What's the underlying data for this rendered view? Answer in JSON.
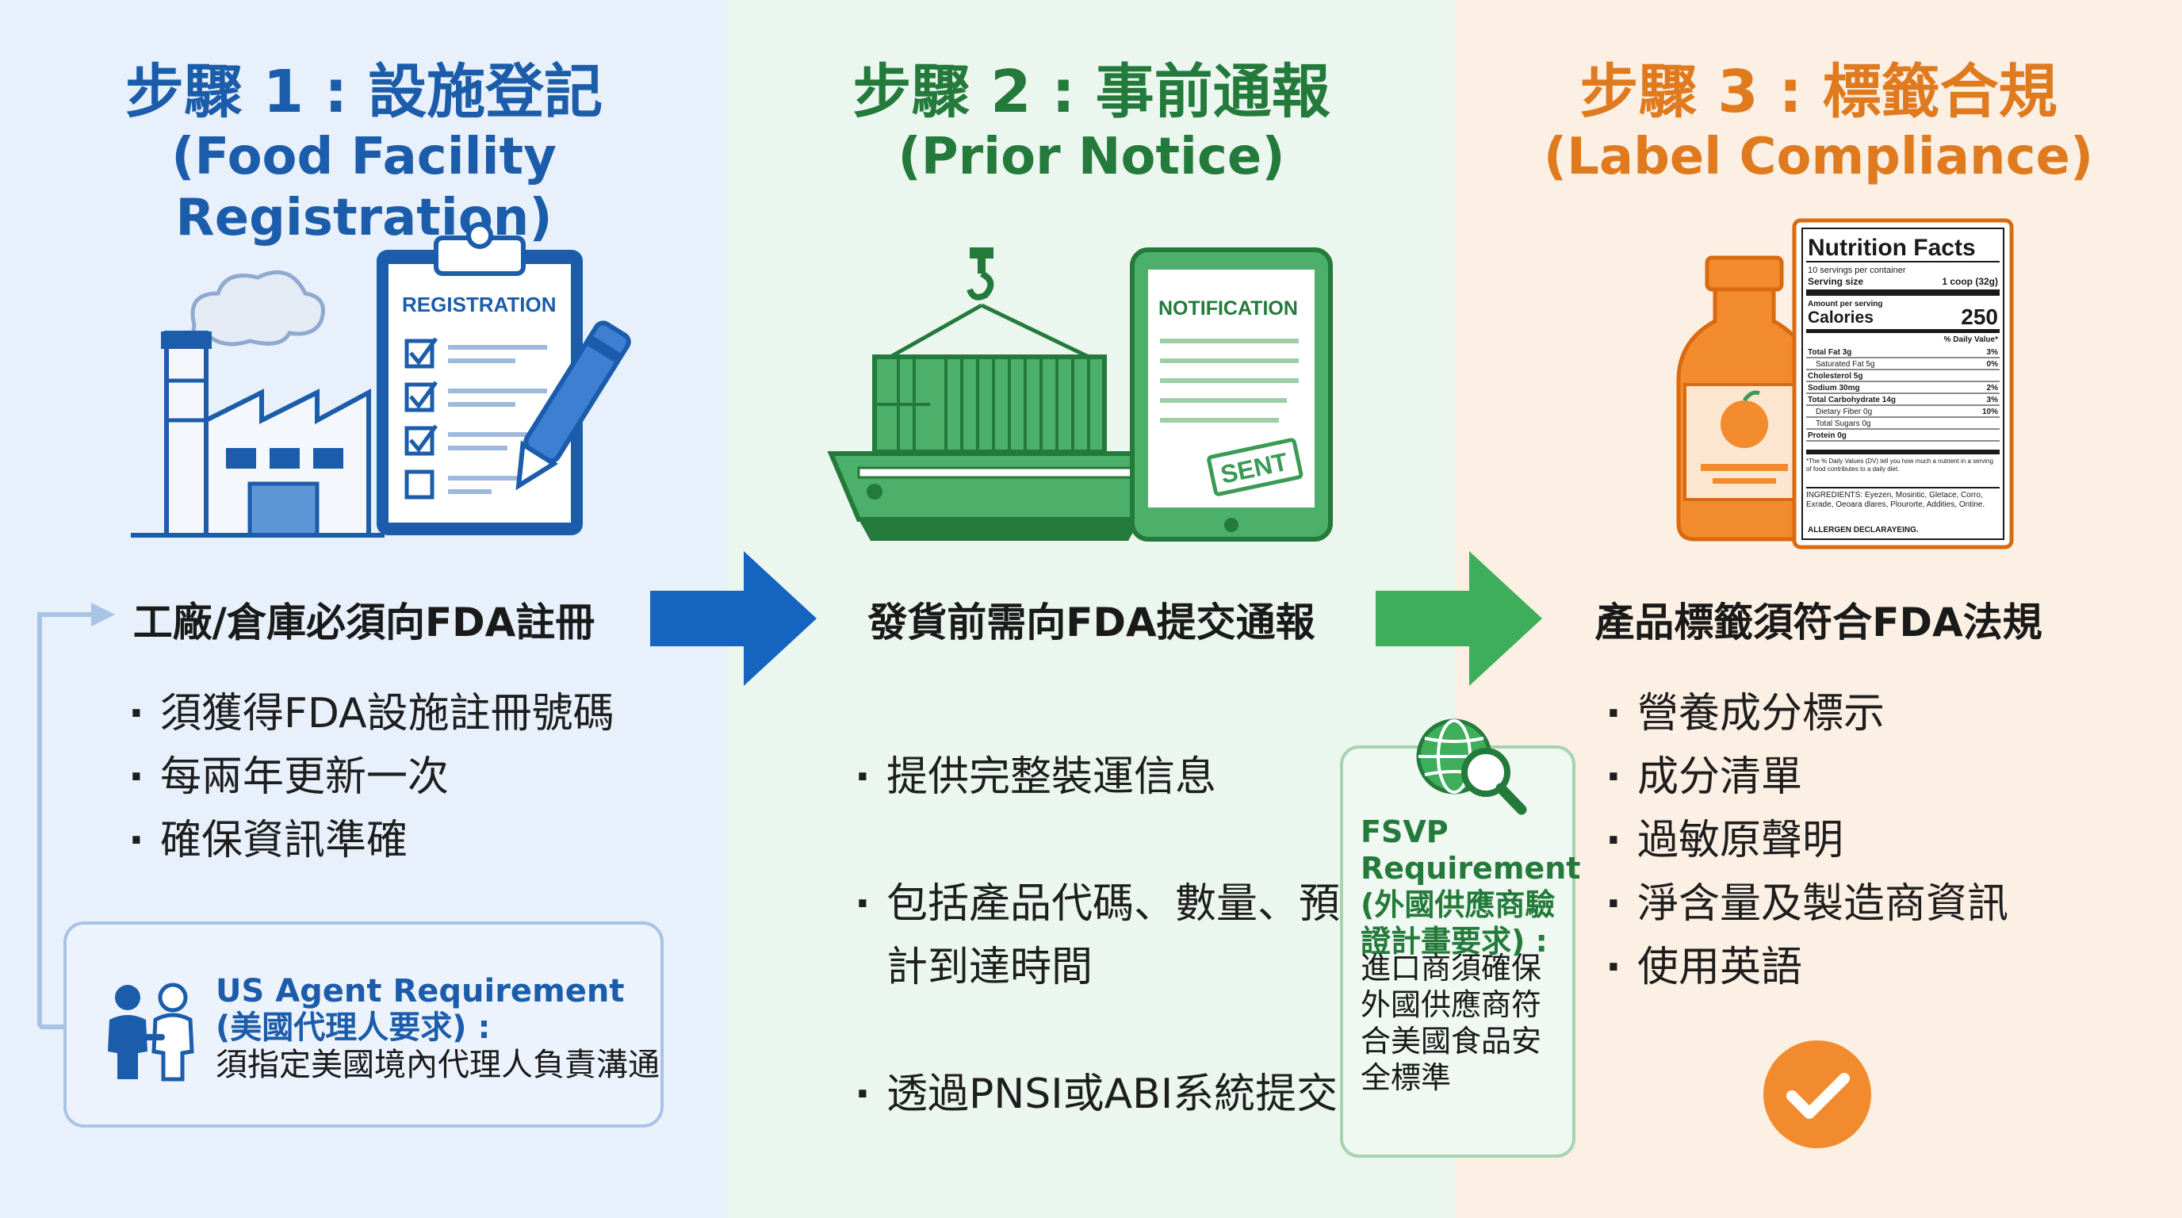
{
  "steps": [
    {
      "title": "步驟 1 : 設施登記",
      "subtitle": "(Food Facility Registration)",
      "summary": "工廠/倉庫必須向FDA註冊",
      "bullets": [
        "須獲得FDA設施註冊號碼",
        "每兩年更新一次",
        "確保資訊準確"
      ],
      "doc_label": "REGISTRATION"
    },
    {
      "title": "步驟 2 : 事前通報",
      "subtitle": "(Prior Notice)",
      "summary": "發貨前需向FDA提交通報",
      "bullets": [
        "提供完整裝運信息",
        "包括產品代碼、數量、預\n計到達時間",
        "透過PNSI或ABI系統提交"
      ],
      "doc_label": "NOTIFICATION",
      "stamp": "SENT"
    },
    {
      "title": "步驟 3 : 標籤合規",
      "subtitle": "(Label Compliance)",
      "summary": "產品標籤須符合FDA法規",
      "bullets": [
        "營養成分標示",
        "成分清單",
        "過敏原聲明",
        "淨含量及製造商資訊",
        "使用英語"
      ]
    }
  ],
  "us_agent": {
    "title": "US Agent Requirement",
    "subtitle": "(美國代理人要求) :",
    "description": "須指定美國境內代理人負責溝通"
  },
  "fsvp": {
    "heading": "FSVP\nRequirement\n(外國供應商驗\n證計畫要求) :",
    "description": "進口商須確保\n外國供應商符\n合美國食品安\n全標準"
  },
  "nutrition_label": {
    "title": "Nutrition Facts",
    "servings": "10 servings per container",
    "serving_size_label": "Serving size",
    "serving_size_value": "1 coop (32g)",
    "amount_per_serving": "Amount per serving",
    "calories_label": "Calories",
    "calories_value": "250",
    "daily_value_header": "% Daily Value*",
    "rows": [
      {
        "label": "Total Fat 3g",
        "value": "3%"
      },
      {
        "label": "Saturated Fat 5g",
        "value": "0%"
      },
      {
        "label": "Cholesterol 5g",
        "value": ""
      },
      {
        "label": "Sodium 30mg",
        "value": "2%"
      },
      {
        "label": "Total Carbohydrate 14g",
        "value": "3%"
      },
      {
        "label": "Dietary Fiber 0g",
        "value": "10%"
      },
      {
        "label": "Total Sugars 0g",
        "value": ""
      },
      {
        "label": "Protein 0g",
        "value": ""
      }
    ],
    "footnote": "*The % Daily Values (DV) tell you how much a nutrient in a serving of food contributes to a daily diet.",
    "ingredients": "INGREDIENTS: Eyezen, Mosintic, Gletace, Corro, Exrade, Oeoara dlares, Plourorte, Addities, Ontine.",
    "allergen": "ALLERGEN DECLARAYEING."
  },
  "colors": {
    "blue": "#1b5dab",
    "green": "#237a3b",
    "orange": "#e07a1f",
    "col1_bg": "#e8f0fb",
    "col2_bg": "#ebf6ee",
    "col3_bg": "#fcefe3"
  },
  "icons": [
    "factory-icon",
    "clipboard-icon",
    "pen-icon",
    "ship-icon",
    "container-icon",
    "tablet-icon",
    "bottle-icon",
    "nutrition-label-icon",
    "handshake-icon",
    "globe-search-icon",
    "checkmark-icon",
    "arrow-right-icon"
  ]
}
